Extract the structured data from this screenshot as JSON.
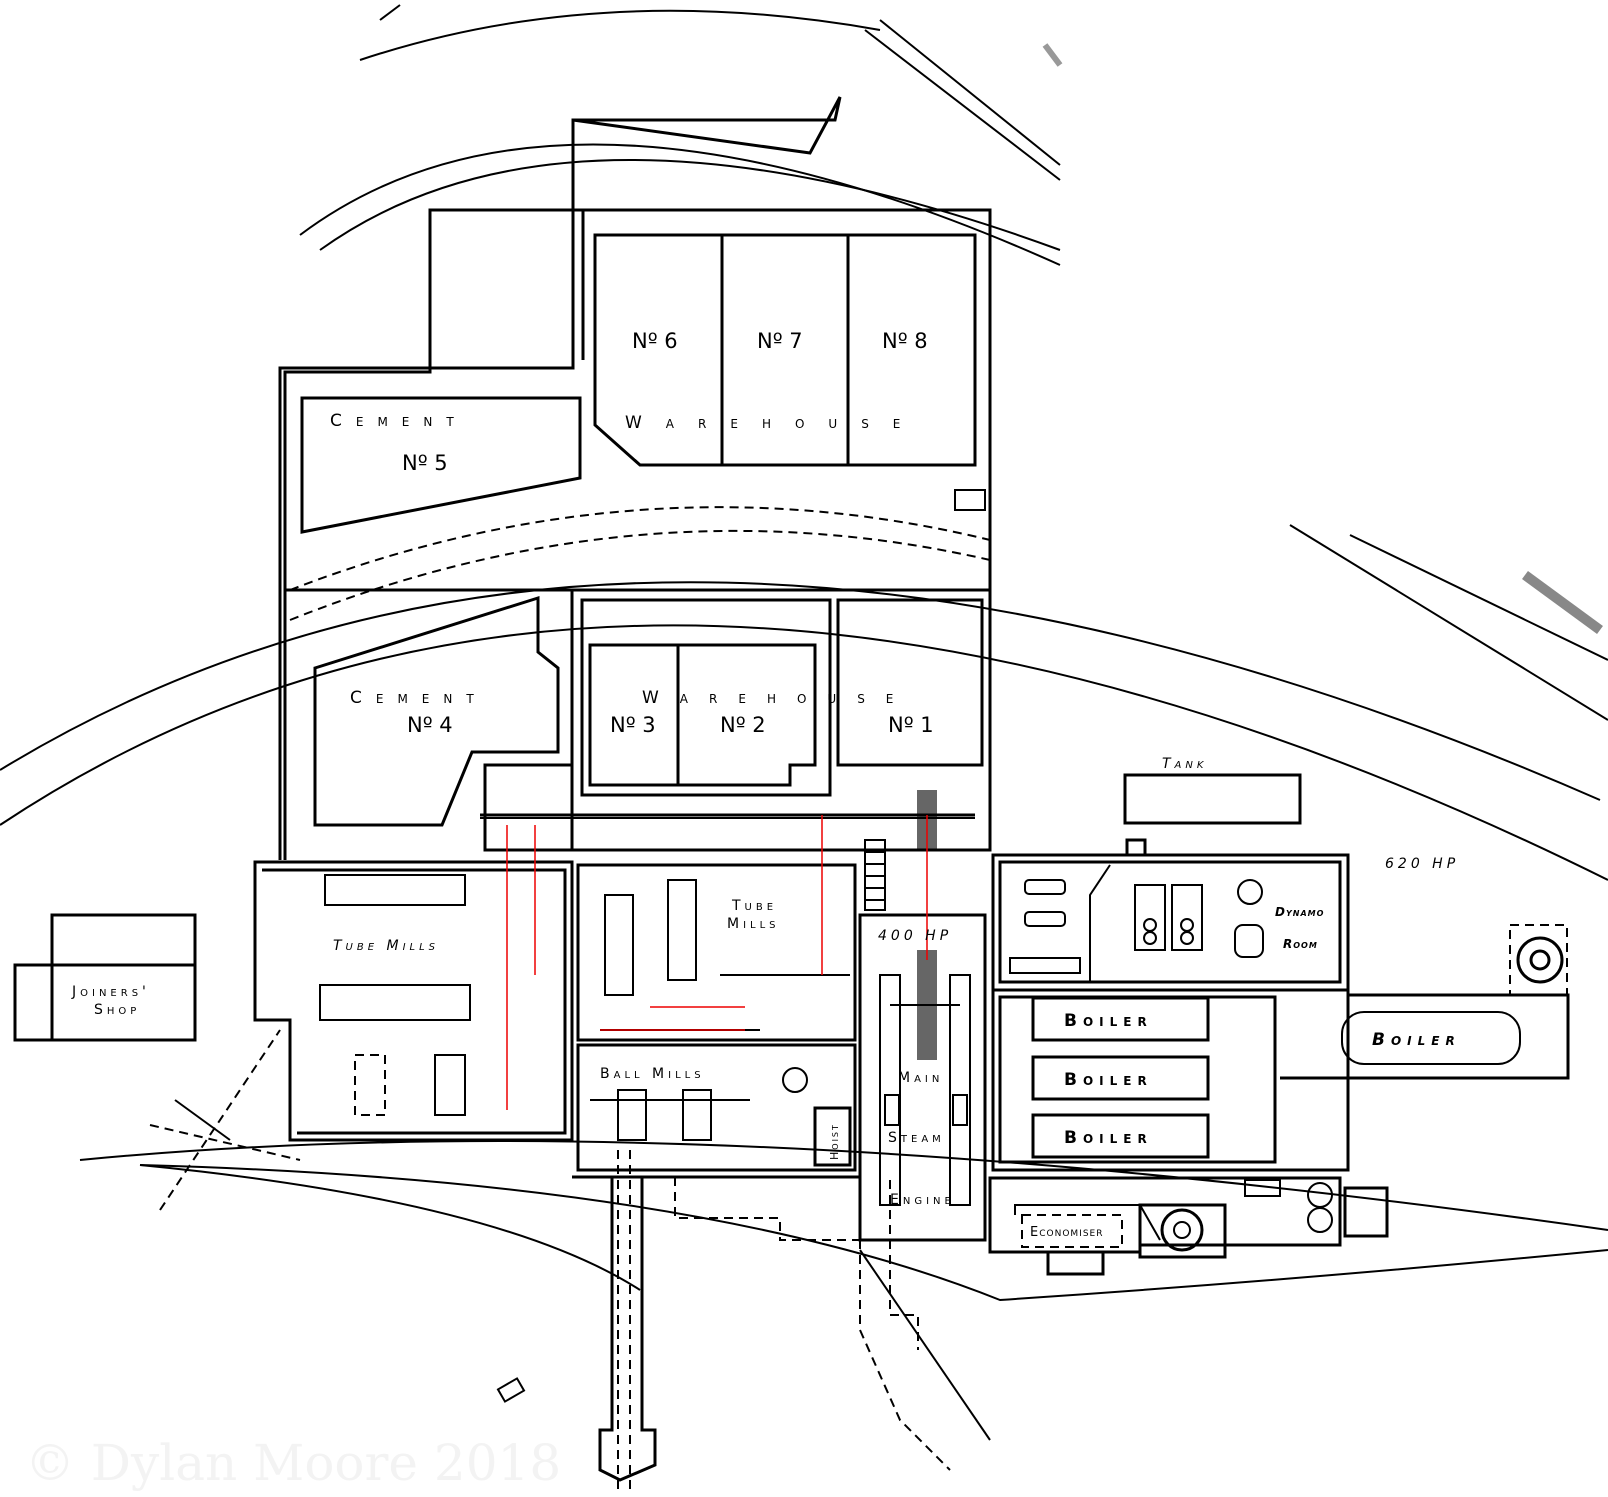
{
  "plan": {
    "cement_5": {
      "title": "Cement",
      "number": "Nº 5"
    },
    "warehouse_top": {
      "title": "Warehouse",
      "numbers": [
        "Nº 6",
        "Nº 7",
        "Nº 8"
      ]
    },
    "cement_4": {
      "title": "Cement",
      "number": "Nº 4"
    },
    "warehouse_lower": {
      "title": "Warehouse",
      "numbers": [
        "Nº 3",
        "Nº 2",
        "Nº 1"
      ]
    },
    "tank": "Tank",
    "power_right": "620 HP",
    "joiners_shop": [
      "Joiners'",
      "Shop"
    ],
    "tube_mills_left": "Tube Mills",
    "tube_mills_center": [
      "Tube",
      "Mills"
    ],
    "ball_mills": "Ball Mills",
    "hoist": "Hoist",
    "engine_power": "400 HP",
    "engine": [
      "Main",
      "Steam",
      "Engine"
    ],
    "dynamo_room": [
      "Dynamo",
      "Room"
    ],
    "boilers": [
      "Boiler",
      "Boiler",
      "Boiler"
    ],
    "boiler_right": "Boiler",
    "economiser": "Economiser",
    "watermark": "© Dylan Moore 2018",
    "belt_color": "#e00000"
  }
}
